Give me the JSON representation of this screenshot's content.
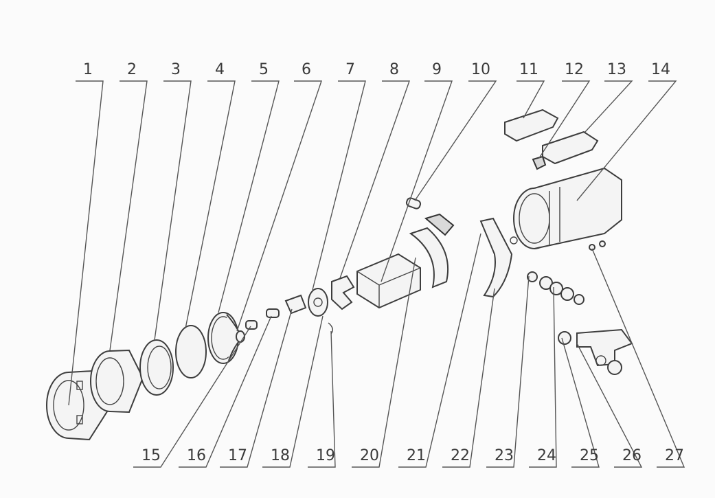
{
  "labels_top": [
    "1",
    "2",
    "3",
    "4",
    "5",
    "6",
    "7",
    "8",
    "9",
    "10",
    "11",
    "12",
    "13",
    "14"
  ],
  "labels_bottom": [
    "15",
    "16",
    "17",
    "18",
    "19",
    "20",
    "21",
    "22",
    "23",
    "24",
    "25",
    "26",
    "27"
  ]
}
